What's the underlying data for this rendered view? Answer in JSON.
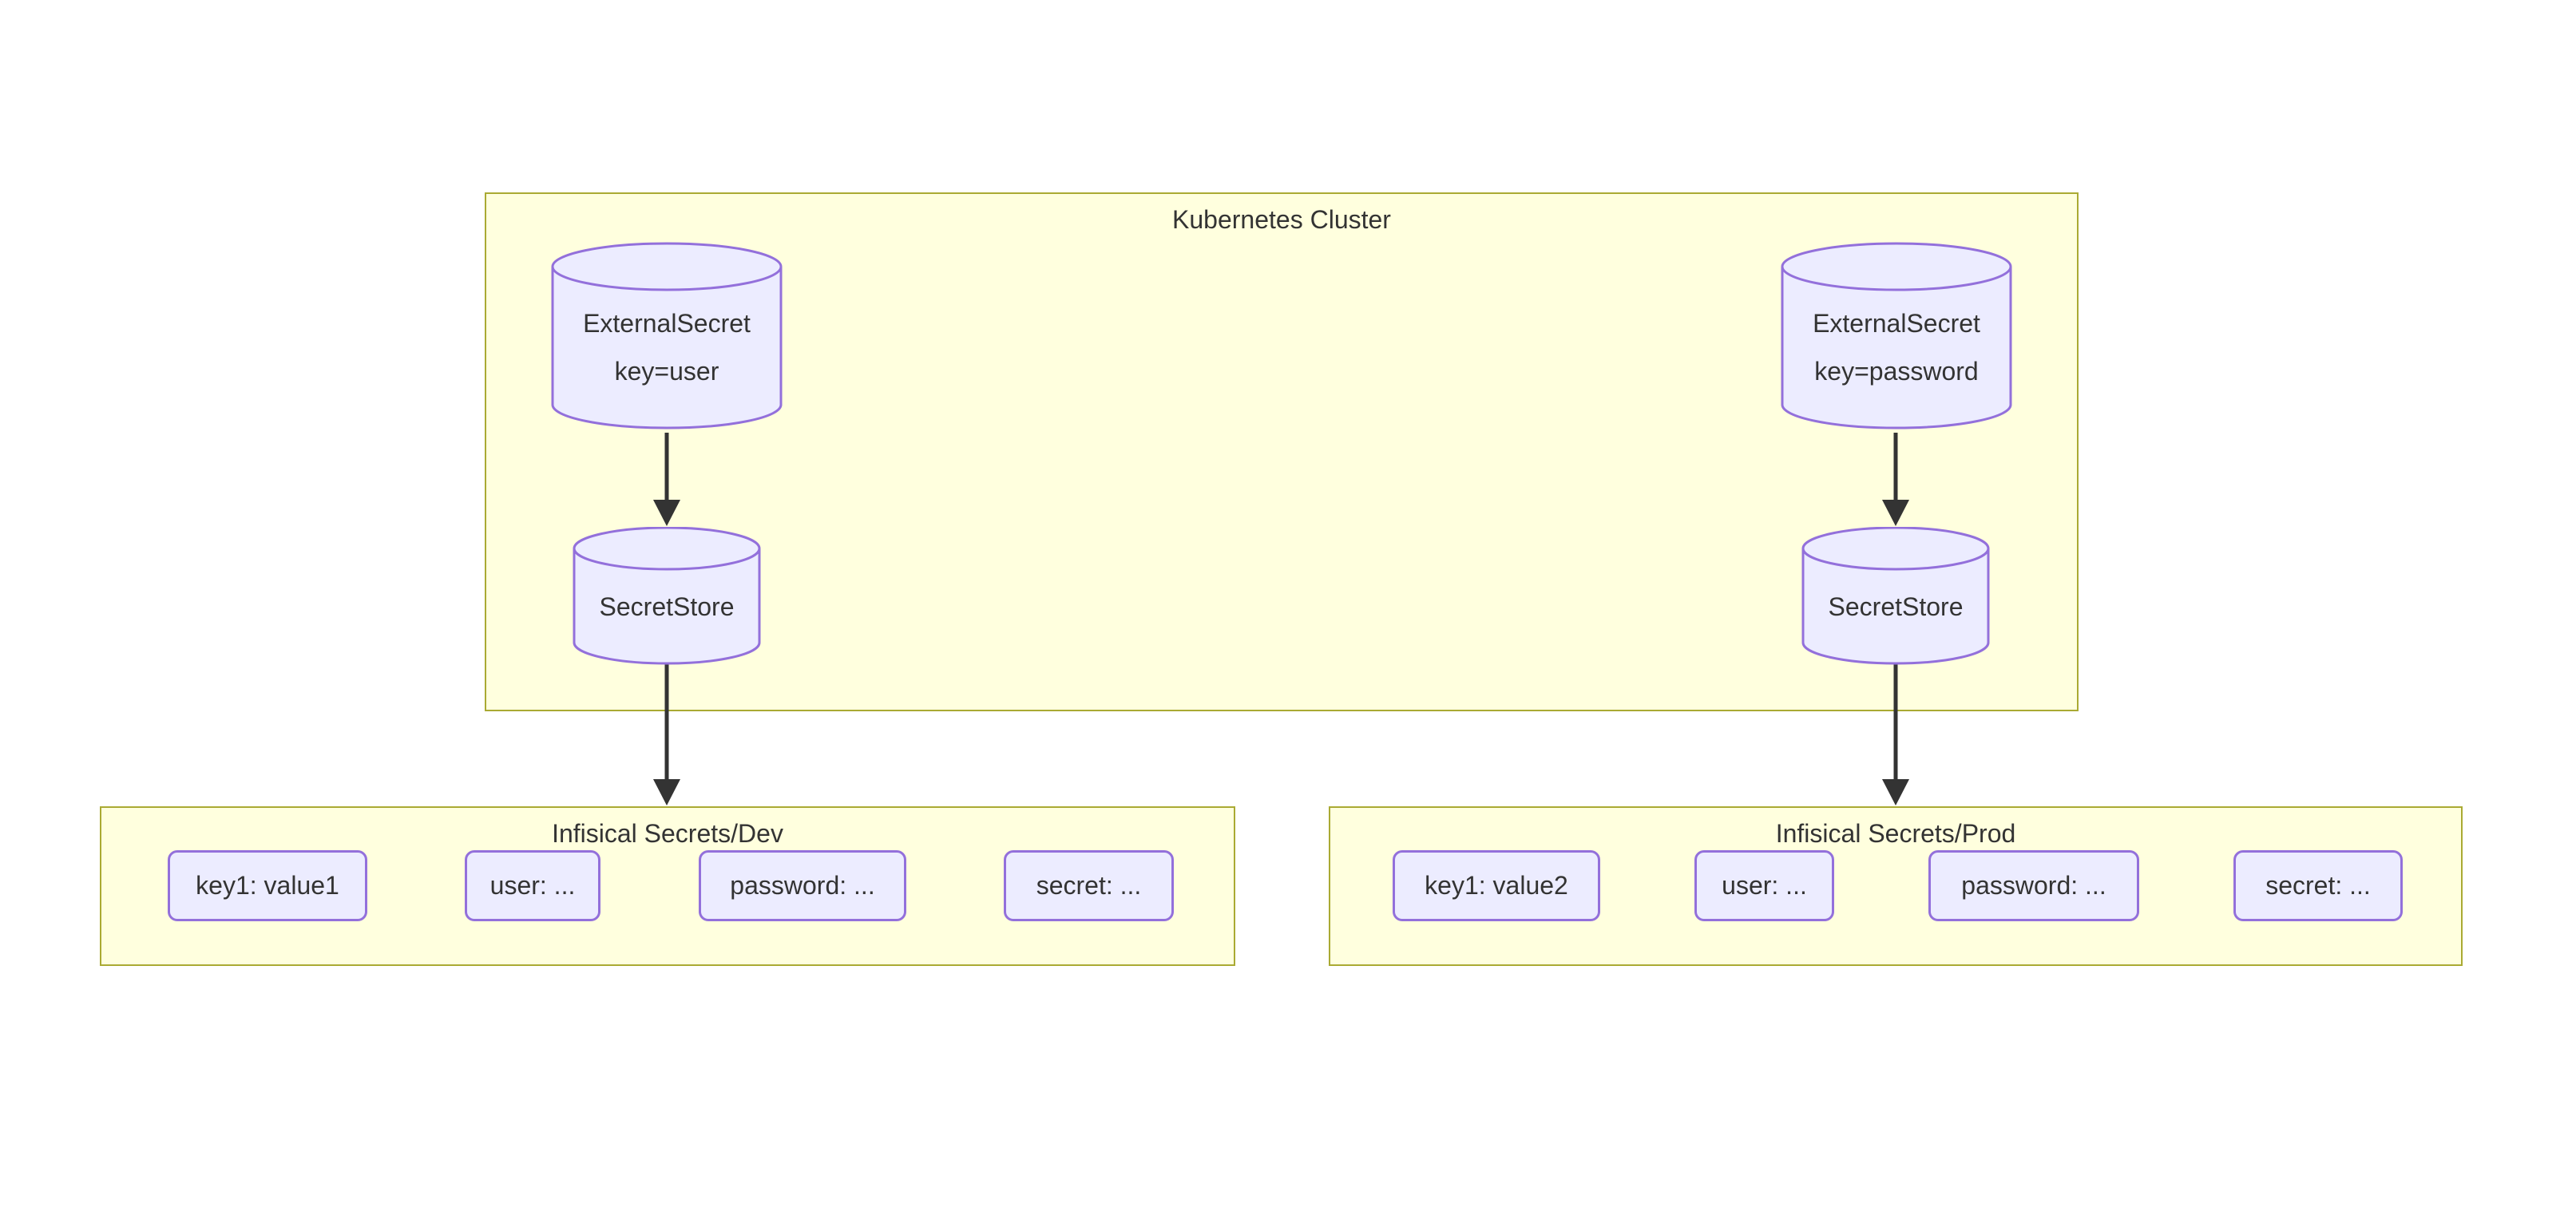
{
  "diagram": {
    "type": "flowchart",
    "colors": {
      "canvas_background": "#ffffff",
      "cluster_fill": "#ffffde",
      "cluster_border": "#aaaa33",
      "node_fill": "#ECECFF",
      "node_border": "#9370DB",
      "text": "#333333",
      "edge": "#333333"
    },
    "kubernetes_cluster": {
      "title": "Kubernetes Cluster",
      "nodes": [
        {
          "shape": "cylinder",
          "lines": [
            "ExternalSecret",
            "key=user"
          ]
        },
        {
          "shape": "cylinder",
          "lines": [
            "SecretStore"
          ]
        },
        {
          "shape": "cylinder",
          "lines": [
            "ExternalSecret",
            "key=password"
          ]
        },
        {
          "shape": "cylinder",
          "lines": [
            "SecretStore"
          ]
        }
      ]
    },
    "dev_cluster": {
      "title": "Infisical Secrets/Dev",
      "nodes": [
        {
          "label": "key1: value1"
        },
        {
          "label": "user: ..."
        },
        {
          "label": "password: ..."
        },
        {
          "label": "secret: ..."
        }
      ]
    },
    "prod_cluster": {
      "title": "Infisical Secrets/Prod",
      "nodes": [
        {
          "label": "key1: value2"
        },
        {
          "label": "user: ..."
        },
        {
          "label": "password: ..."
        },
        {
          "label": "secret: ..."
        }
      ]
    },
    "edges": [
      {
        "from": "ExternalSecret key=user",
        "to": "SecretStore (left)"
      },
      {
        "from": "SecretStore (left)",
        "to": "Infisical Secrets/Dev"
      },
      {
        "from": "ExternalSecret key=password",
        "to": "SecretStore (right)"
      },
      {
        "from": "SecretStore (right)",
        "to": "Infisical Secrets/Prod"
      }
    ]
  }
}
